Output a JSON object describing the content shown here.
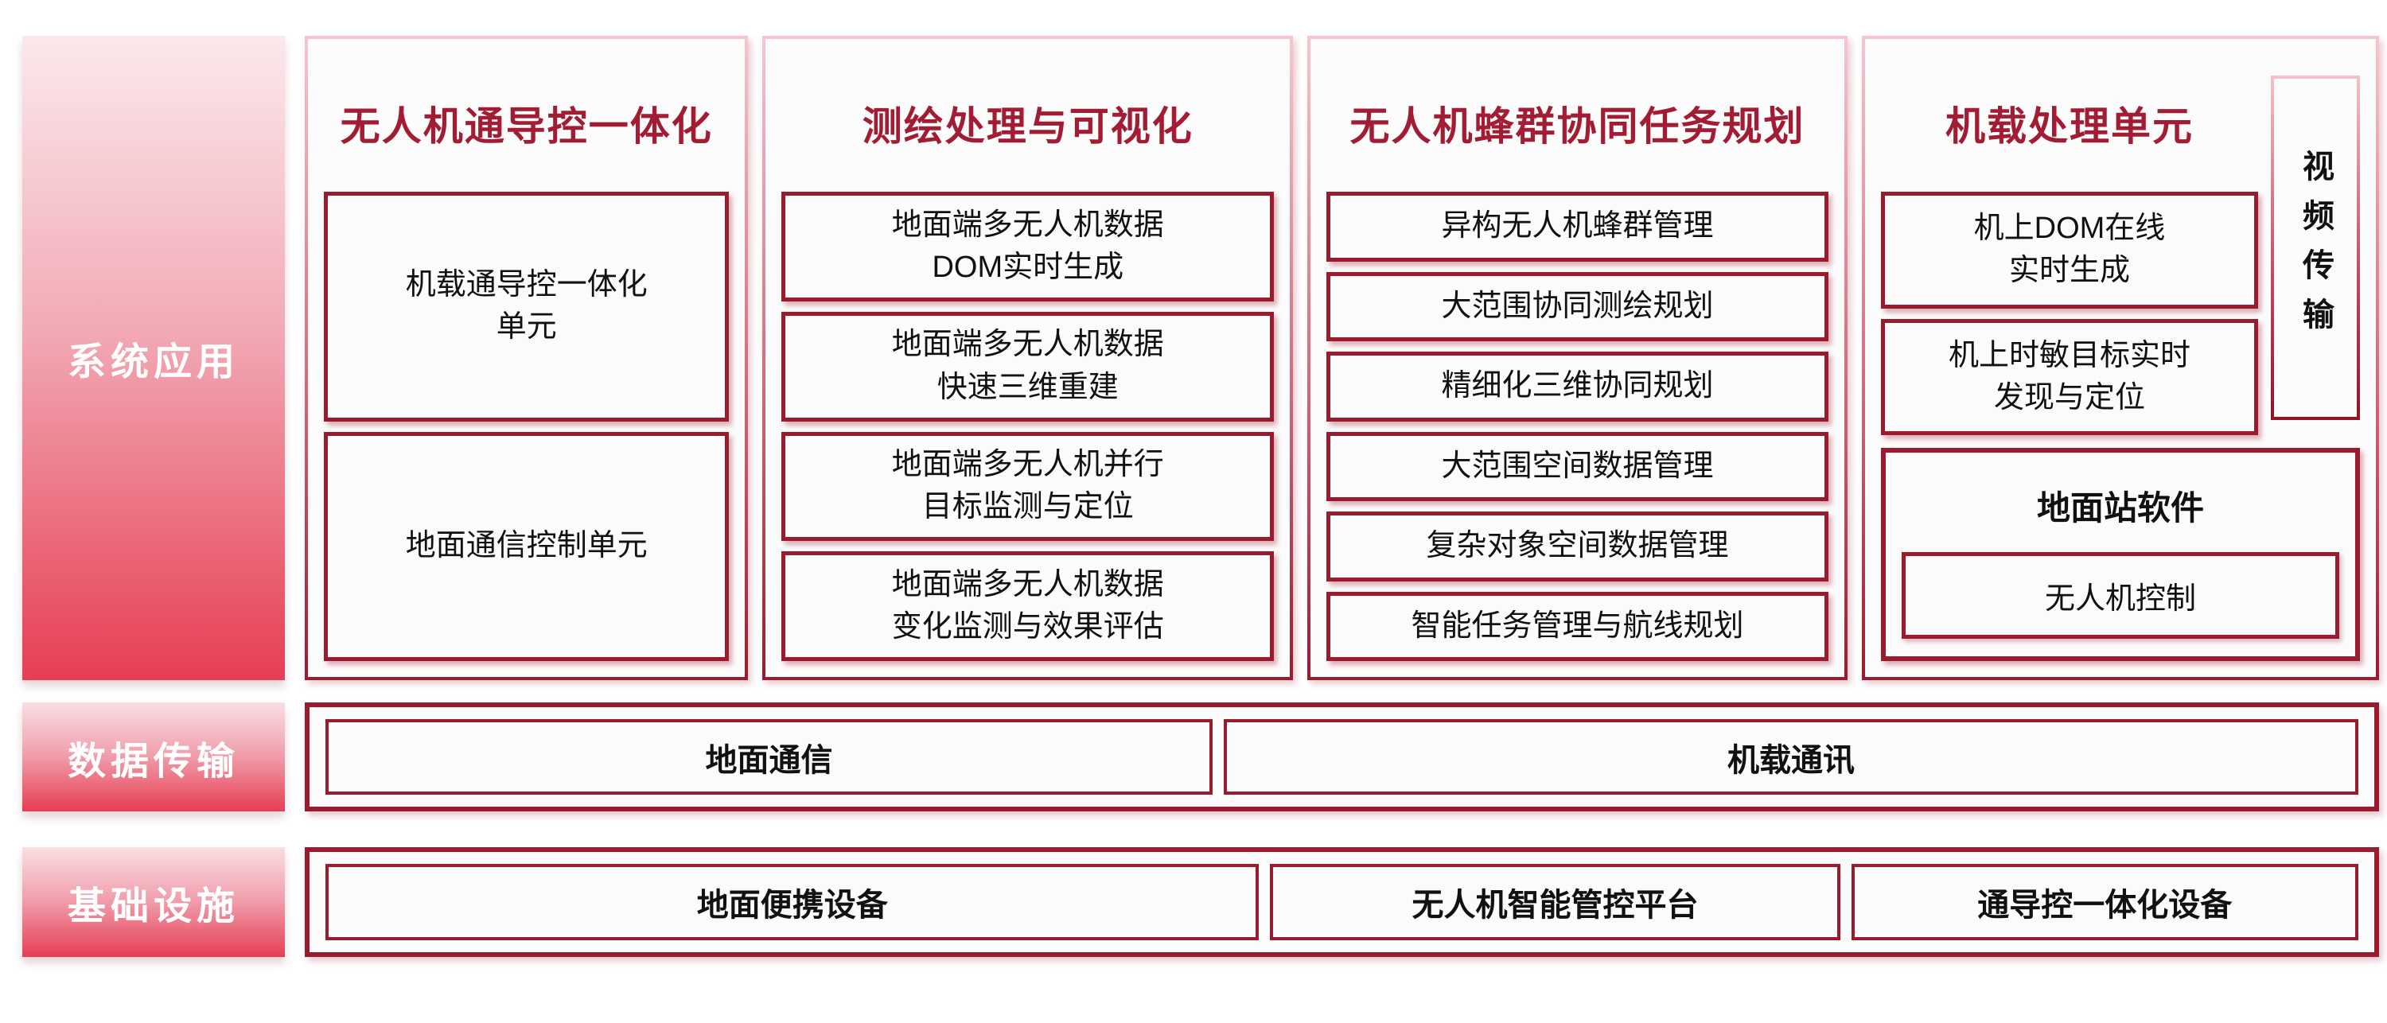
{
  "colors": {
    "maroon_border": "#9A1B2E",
    "title_red": "#A21D33",
    "sidebar_red": "#E63E54",
    "sidebar_pink": "#FBE9EC",
    "box_text": "#111111"
  },
  "sidebar": [
    {
      "label": "系统应用"
    },
    {
      "label": "数据传输"
    },
    {
      "label": "基础设施"
    }
  ],
  "columns": [
    {
      "title": "无人机通导控一体化",
      "boxes": [
        "机载通导控一体化\n单元",
        "地面通信控制单元"
      ]
    },
    {
      "title": "测绘处理与可视化",
      "boxes": [
        "地面端多无人机数据\nDOM实时生成",
        "地面端多无人机数据\n快速三维重建",
        "地面端多无人机并行\n目标监测与定位",
        "地面端多无人机数据\n变化监测与效果评估"
      ]
    },
    {
      "title": "无人机蜂群协同任务规划",
      "boxes": [
        "异构无人机蜂群管理",
        "大范围协同测绘规划",
        "精细化三维协同规划",
        "大范围空间数据管理",
        "复杂对象空间数据管理",
        "智能任务管理与航线规划"
      ]
    },
    {
      "title": "机载处理单元",
      "boxes": [
        "机上DOM在线\n实时生成",
        "机上时敏目标实时\n发现与定位"
      ],
      "video_label": "视频传输",
      "ground_station": {
        "title": "地面站软件",
        "box": "无人机控制"
      }
    }
  ],
  "data_row": {
    "boxes": [
      "地面通信",
      "机载通讯"
    ]
  },
  "infra_row": {
    "boxes": [
      "地面便携设备",
      "无人机智能管控平台",
      "通导控一体化设备"
    ]
  }
}
